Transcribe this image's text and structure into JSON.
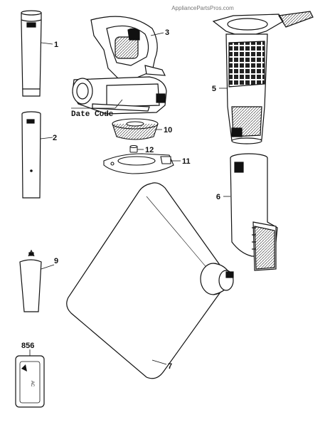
{
  "watermark": "AppliancePartsPros.com",
  "date_code_label": "Date Code",
  "package_text": "AC",
  "parts": [
    {
      "id": "1",
      "label": "1"
    },
    {
      "id": "2",
      "label": "2"
    },
    {
      "id": "3",
      "label": "3"
    },
    {
      "id": "5",
      "label": "5"
    },
    {
      "id": "6",
      "label": "6"
    },
    {
      "id": "7",
      "label": "7"
    },
    {
      "id": "9",
      "label": "9"
    },
    {
      "id": "10",
      "label": "10"
    },
    {
      "id": "11",
      "label": "11"
    },
    {
      "id": "12",
      "label": "12"
    },
    {
      "id": "856",
      "label": "856"
    }
  ]
}
